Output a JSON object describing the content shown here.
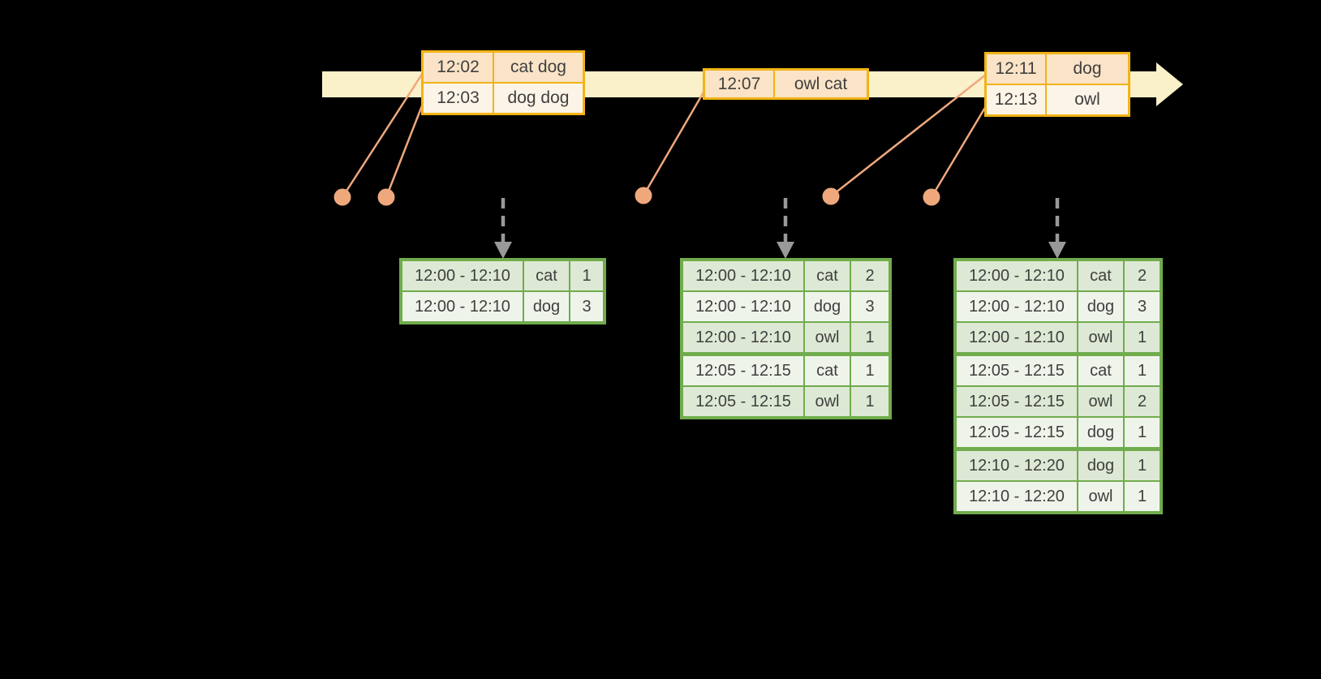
{
  "canvas": {
    "background": "#000000"
  },
  "colors": {
    "timeline_band": "#FAF0C9",
    "event_border": "#F2B316",
    "event_row_dark": "#FAE3C6",
    "event_row_light": "#FDF4E8",
    "connector_salmon": "#EFA87C",
    "result_border": "#70AC4D",
    "result_row_dark": "#DDE9D4",
    "result_row_light": "#EFF4EB",
    "trigger_arrow_gray": "#999999",
    "text": "#3F3F3F"
  },
  "timeline": {
    "event_tables": [
      {
        "rows": [
          {
            "time": "12:02",
            "words": "cat dog"
          },
          {
            "time": "12:03",
            "words": "dog dog"
          }
        ]
      },
      {
        "rows": [
          {
            "time": "12:07",
            "words": "owl cat"
          }
        ]
      },
      {
        "rows": [
          {
            "time": "12:11",
            "words": "dog"
          },
          {
            "time": "12:13",
            "words": "owl"
          }
        ]
      }
    ]
  },
  "result_tables": [
    {
      "group_starts": [],
      "rows": [
        {
          "window": "12:00 - 12:10",
          "word": "cat",
          "count": "1"
        },
        {
          "window": "12:00 - 12:10",
          "word": "dog",
          "count": "3"
        }
      ]
    },
    {
      "group_starts": [
        3
      ],
      "rows": [
        {
          "window": "12:00 - 12:10",
          "word": "cat",
          "count": "2"
        },
        {
          "window": "12:00 - 12:10",
          "word": "dog",
          "count": "3"
        },
        {
          "window": "12:00 - 12:10",
          "word": "owl",
          "count": "1"
        },
        {
          "window": "12:05 - 12:15",
          "word": "cat",
          "count": "1"
        },
        {
          "window": "12:05 - 12:15",
          "word": "owl",
          "count": "1"
        }
      ]
    },
    {
      "group_starts": [
        3,
        6
      ],
      "rows": [
        {
          "window": "12:00 - 12:10",
          "word": "cat",
          "count": "2"
        },
        {
          "window": "12:00 - 12:10",
          "word": "dog",
          "count": "3"
        },
        {
          "window": "12:00 - 12:10",
          "word": "owl",
          "count": "1"
        },
        {
          "window": "12:05 - 12:15",
          "word": "cat",
          "count": "1"
        },
        {
          "window": "12:05 - 12:15",
          "word": "owl",
          "count": "2"
        },
        {
          "window": "12:05 - 12:15",
          "word": "dog",
          "count": "1"
        },
        {
          "window": "12:10 - 12:20",
          "word": "dog",
          "count": "1"
        },
        {
          "window": "12:10 - 12:20",
          "word": "owl",
          "count": "1"
        }
      ]
    }
  ]
}
